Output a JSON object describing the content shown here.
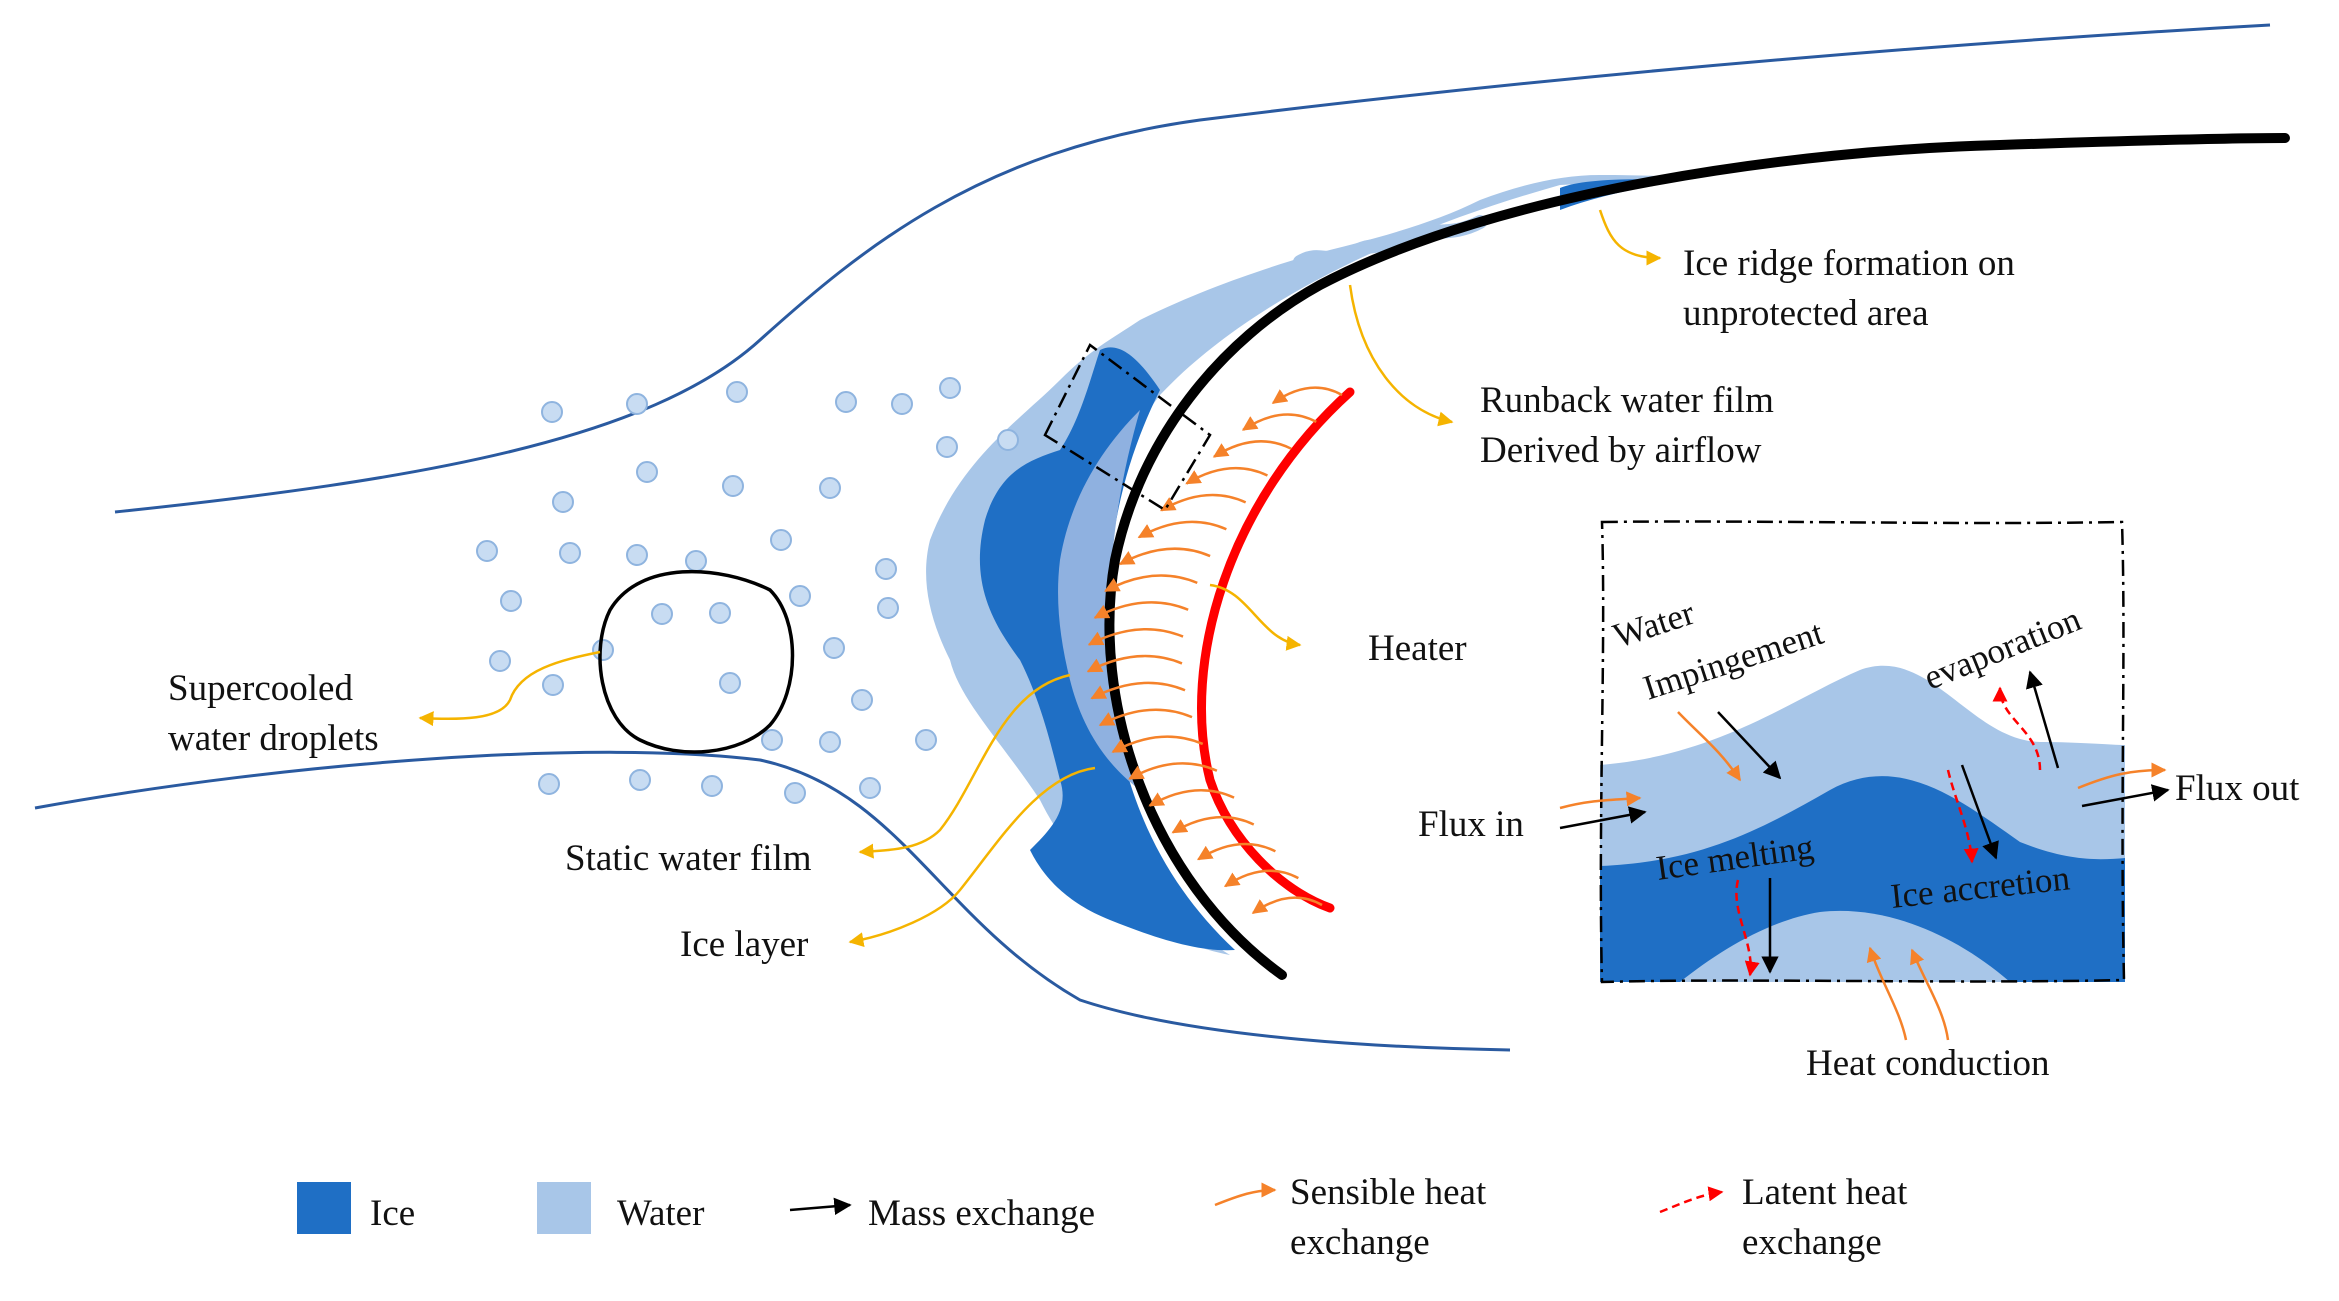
{
  "labels": {
    "ice_ridge_line1": "Ice ridge formation on",
    "ice_ridge_line2": "unprotected area",
    "runback_line1": "Runback water film",
    "runback_line2": "Derived by airflow",
    "heater": "Heater",
    "supercooled_line1": "Supercooled",
    "supercooled_line2": "water droplets",
    "static_water_film": "Static water film",
    "ice_layer": "Ice layer"
  },
  "inset": {
    "water": "Water",
    "impingement": "Impingement",
    "evaporation": "evaporation",
    "flux_in": "Flux in",
    "flux_out": "Flux out",
    "ice_melting": "Ice melting",
    "ice_accretion": "Ice accretion",
    "heat_conduction": "Heat conduction"
  },
  "legend": {
    "ice": "Ice",
    "water": "Water",
    "mass_exchange": "Mass exchange",
    "sensible_line1": "Sensible heat",
    "sensible_line2": "exchange",
    "latent_line1": "Latent heat",
    "latent_line2": "exchange"
  },
  "colors": {
    "ice": "#1f6fc5",
    "water": "#a8c6e8",
    "droplet_fill": "#c8dcf2",
    "droplet_stroke": "#8fb4df",
    "streamline": "#2a5aa0",
    "heater": "#ff0000",
    "sensible_arrow": "#f5822a",
    "latent_arrow": "#ff0000",
    "mass_arrow": "#000000",
    "leader": "#f5b400"
  }
}
